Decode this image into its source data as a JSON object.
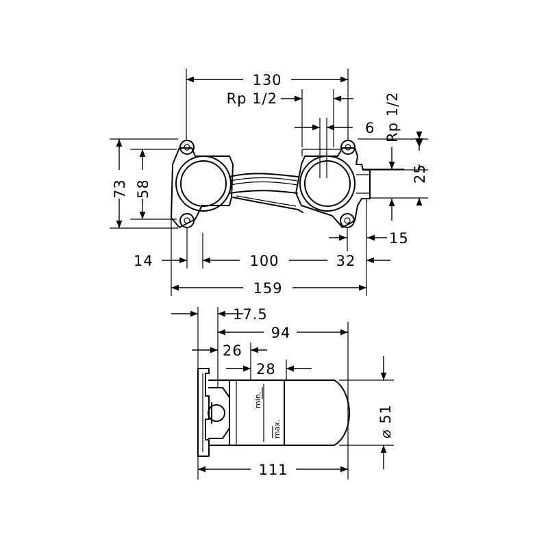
{
  "drawing": {
    "top_view": {
      "dim_130": "130",
      "dim_rp_left": "Rp 1/2",
      "dim_rp_right": "Rp 1/2",
      "dim_6": "6",
      "dim_73": "73",
      "dim_58": "58",
      "dim_25": "25",
      "dim_15": "15",
      "dim_14": "14",
      "dim_100": "100",
      "dim_32": "32",
      "dim_159": "159"
    },
    "side_view": {
      "dim_17_5": "17.5",
      "dim_94": "94",
      "dim_26": "26",
      "dim_28": "28",
      "dim_51": "⌀ 51",
      "dim_111": "111",
      "label_min": "min.",
      "label_max": "max."
    }
  }
}
